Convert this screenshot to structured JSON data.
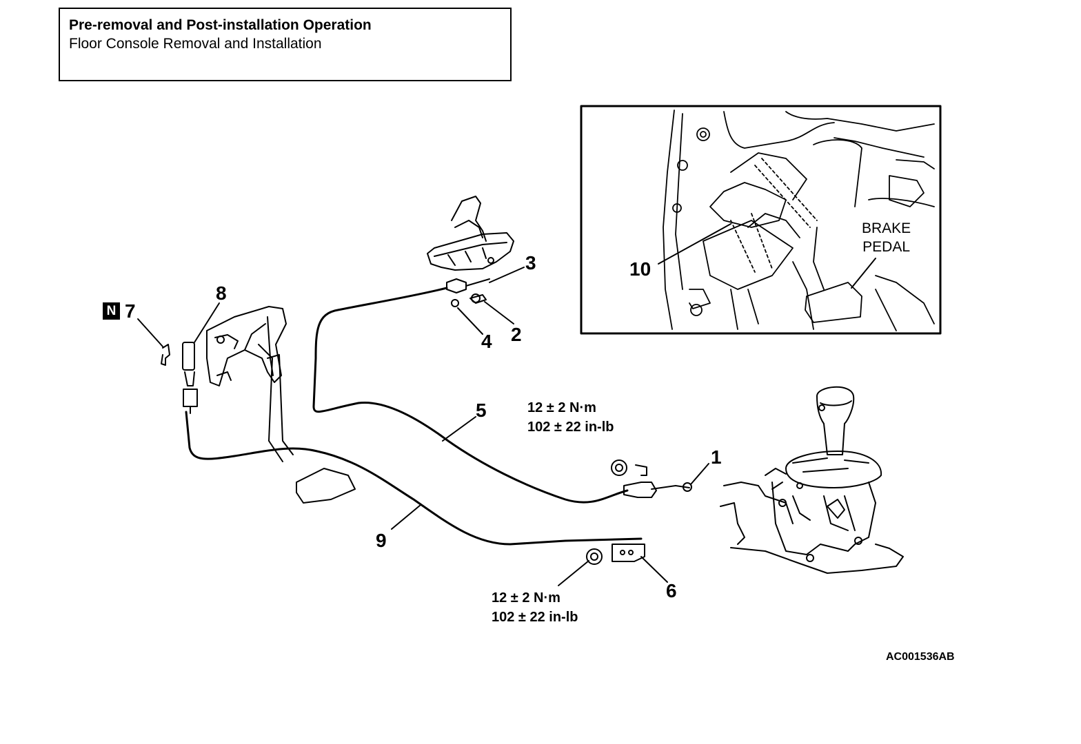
{
  "header": {
    "title": "Pre-removal and Post-installation Operation",
    "subtitle": "Floor Console Removal and Installation"
  },
  "callouts": {
    "c1": "1",
    "c2": "2",
    "c3": "3",
    "c4": "4",
    "c5": "5",
    "c6": "6",
    "c7": "7",
    "c8": "8",
    "c9": "9",
    "c10": "10"
  },
  "badge": "N",
  "torque_upper": {
    "line1": "12 ± 2 N·m",
    "line2": "102 ± 22 in-lb"
  },
  "torque_lower": {
    "line1": "12 ± 2 N·m",
    "line2": "102 ± 22 in-lb"
  },
  "inset": {
    "label_line1": "BRAKE",
    "label_line2": "PEDAL"
  },
  "reference_code": "AC001536AB"
}
